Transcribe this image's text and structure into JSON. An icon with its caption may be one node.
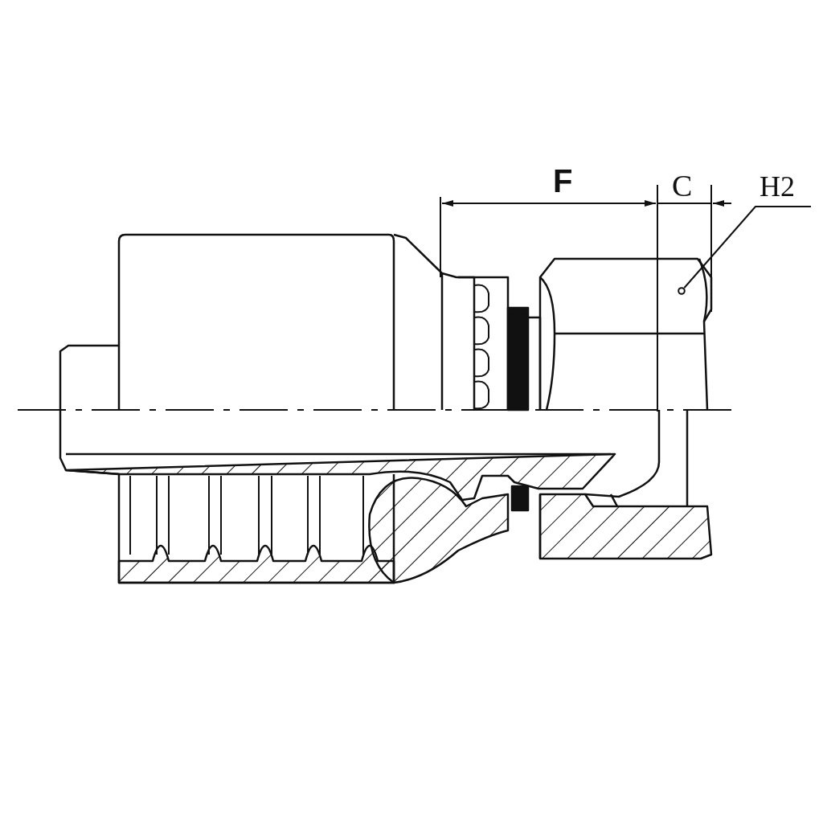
{
  "diagram": {
    "nodes": [
      {
        "text": [
          "H2"
        ]
      },
      {
        "text": [],
        "shape": "circle"
      }
    ],
    "edges": [
      {
        "from": 0,
        "to": 1,
        "arrow": "none"
      }
    ],
    "labels": [
      "F",
      "C"
    ]
  }
}
